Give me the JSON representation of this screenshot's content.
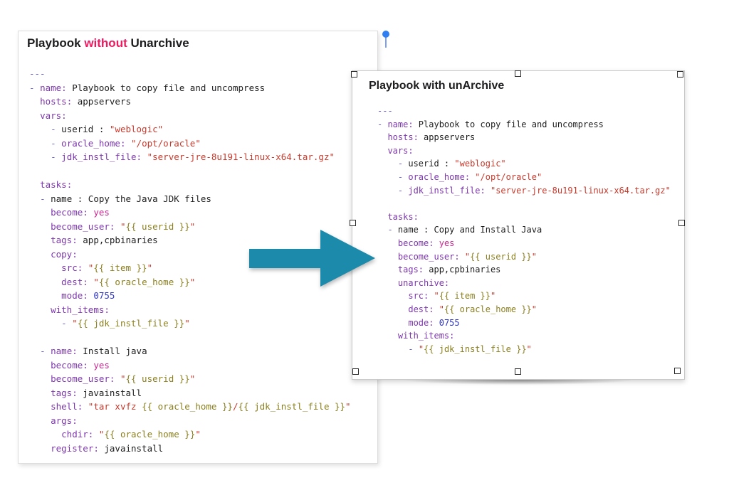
{
  "colors": {
    "plain": "#1d1d1f",
    "key": "#7d37ae",
    "dash": "#6765d8",
    "str": "#c93a2c",
    "var": "#8a7f1f",
    "bool": "#c7288f",
    "num": "#2f36c8",
    "title_text": "#1d1d1f",
    "title_highlight": "#ed1a5f",
    "arrow": "#1b8aab",
    "pin": "#2f7ff2",
    "pin_stem": "#7d9ff0"
  },
  "left_panel": {
    "title": {
      "prefix": "Playbook ",
      "highlight": "without",
      "suffix": " Unarchive"
    },
    "code": [
      [
        {
          "t": "---",
          "c": "dash"
        }
      ],
      [
        {
          "t": "- ",
          "c": "dash"
        },
        {
          "t": "name:",
          "c": "key"
        },
        {
          "t": " Playbook to copy file and uncompress",
          "c": "plain"
        }
      ],
      [
        {
          "t": "  ",
          "c": "plain"
        },
        {
          "t": "hosts:",
          "c": "key"
        },
        {
          "t": " appservers",
          "c": "plain"
        }
      ],
      [
        {
          "t": "  ",
          "c": "plain"
        },
        {
          "t": "vars:",
          "c": "key"
        }
      ],
      [
        {
          "t": "    ",
          "c": "plain"
        },
        {
          "t": "- ",
          "c": "dash"
        },
        {
          "t": "userid : ",
          "c": "plain"
        },
        {
          "t": "\"weblogic\"",
          "c": "str"
        }
      ],
      [
        {
          "t": "    ",
          "c": "plain"
        },
        {
          "t": "- ",
          "c": "dash"
        },
        {
          "t": "oracle_home:",
          "c": "key"
        },
        {
          "t": " ",
          "c": "plain"
        },
        {
          "t": "\"/opt/oracle\"",
          "c": "str"
        }
      ],
      [
        {
          "t": "    ",
          "c": "plain"
        },
        {
          "t": "- ",
          "c": "dash"
        },
        {
          "t": "jdk_instl_file:",
          "c": "key"
        },
        {
          "t": " ",
          "c": "plain"
        },
        {
          "t": "\"server-jre-8u191-linux-x64.tar.gz\"",
          "c": "str"
        }
      ],
      [],
      [
        {
          "t": "  ",
          "c": "plain"
        },
        {
          "t": "tasks:",
          "c": "key"
        }
      ],
      [
        {
          "t": "  ",
          "c": "plain"
        },
        {
          "t": "- ",
          "c": "dash"
        },
        {
          "t": "name : Copy the Java JDK files",
          "c": "plain"
        }
      ],
      [
        {
          "t": "    ",
          "c": "plain"
        },
        {
          "t": "become:",
          "c": "key"
        },
        {
          "t": " ",
          "c": "plain"
        },
        {
          "t": "yes",
          "c": "bool"
        }
      ],
      [
        {
          "t": "    ",
          "c": "plain"
        },
        {
          "t": "become_user:",
          "c": "key"
        },
        {
          "t": " ",
          "c": "plain"
        },
        {
          "t": "\"",
          "c": "str"
        },
        {
          "t": "{{ userid }}",
          "c": "var"
        },
        {
          "t": "\"",
          "c": "str"
        }
      ],
      [
        {
          "t": "    ",
          "c": "plain"
        },
        {
          "t": "tags:",
          "c": "key"
        },
        {
          "t": " app,cpbinaries",
          "c": "plain"
        }
      ],
      [
        {
          "t": "    ",
          "c": "plain"
        },
        {
          "t": "copy:",
          "c": "key"
        }
      ],
      [
        {
          "t": "      ",
          "c": "plain"
        },
        {
          "t": "src:",
          "c": "key"
        },
        {
          "t": " ",
          "c": "plain"
        },
        {
          "t": "\"",
          "c": "str"
        },
        {
          "t": "{{ item }}",
          "c": "var"
        },
        {
          "t": "\"",
          "c": "str"
        }
      ],
      [
        {
          "t": "      ",
          "c": "plain"
        },
        {
          "t": "dest:",
          "c": "key"
        },
        {
          "t": " ",
          "c": "plain"
        },
        {
          "t": "\"",
          "c": "str"
        },
        {
          "t": "{{ oracle_home }}",
          "c": "var"
        },
        {
          "t": "\"",
          "c": "str"
        }
      ],
      [
        {
          "t": "      ",
          "c": "plain"
        },
        {
          "t": "mode:",
          "c": "key"
        },
        {
          "t": " ",
          "c": "plain"
        },
        {
          "t": "0755",
          "c": "num"
        }
      ],
      [
        {
          "t": "    ",
          "c": "plain"
        },
        {
          "t": "with_items:",
          "c": "key"
        }
      ],
      [
        {
          "t": "      ",
          "c": "plain"
        },
        {
          "t": "- ",
          "c": "dash"
        },
        {
          "t": "\"",
          "c": "str"
        },
        {
          "t": "{{ jdk_instl_file }}",
          "c": "var"
        },
        {
          "t": "\"",
          "c": "str"
        }
      ],
      [],
      [
        {
          "t": "  ",
          "c": "plain"
        },
        {
          "t": "- ",
          "c": "dash"
        },
        {
          "t": "name:",
          "c": "key"
        },
        {
          "t": " Install java",
          "c": "plain"
        }
      ],
      [
        {
          "t": "    ",
          "c": "plain"
        },
        {
          "t": "become:",
          "c": "key"
        },
        {
          "t": " ",
          "c": "plain"
        },
        {
          "t": "yes",
          "c": "bool"
        }
      ],
      [
        {
          "t": "    ",
          "c": "plain"
        },
        {
          "t": "become_user:",
          "c": "key"
        },
        {
          "t": " ",
          "c": "plain"
        },
        {
          "t": "\"",
          "c": "str"
        },
        {
          "t": "{{ userid }}",
          "c": "var"
        },
        {
          "t": "\"",
          "c": "str"
        }
      ],
      [
        {
          "t": "    ",
          "c": "plain"
        },
        {
          "t": "tags:",
          "c": "key"
        },
        {
          "t": " javainstall",
          "c": "plain"
        }
      ],
      [
        {
          "t": "    ",
          "c": "plain"
        },
        {
          "t": "shell:",
          "c": "key"
        },
        {
          "t": " ",
          "c": "plain"
        },
        {
          "t": "\"tar xvfz ",
          "c": "str"
        },
        {
          "t": "{{ oracle_home }}",
          "c": "var"
        },
        {
          "t": "/",
          "c": "str"
        },
        {
          "t": "{{ jdk_instl_file }}",
          "c": "var"
        },
        {
          "t": "\"",
          "c": "str"
        }
      ],
      [
        {
          "t": "    ",
          "c": "plain"
        },
        {
          "t": "args:",
          "c": "key"
        }
      ],
      [
        {
          "t": "      ",
          "c": "plain"
        },
        {
          "t": "chdir:",
          "c": "key"
        },
        {
          "t": " ",
          "c": "plain"
        },
        {
          "t": "\"",
          "c": "str"
        },
        {
          "t": "{{ oracle_home }}",
          "c": "var"
        },
        {
          "t": "\"",
          "c": "str"
        }
      ],
      [
        {
          "t": "    ",
          "c": "plain"
        },
        {
          "t": "register:",
          "c": "key"
        },
        {
          "t": " javainstall",
          "c": "plain"
        }
      ]
    ]
  },
  "right_panel": {
    "title": "Playbook with unArchive",
    "code": [
      [
        {
          "t": "---",
          "c": "dash"
        }
      ],
      [
        {
          "t": "- ",
          "c": "dash"
        },
        {
          "t": "name:",
          "c": "key"
        },
        {
          "t": " Playbook to copy file and uncompress",
          "c": "plain"
        }
      ],
      [
        {
          "t": "  ",
          "c": "plain"
        },
        {
          "t": "hosts:",
          "c": "key"
        },
        {
          "t": " appservers",
          "c": "plain"
        }
      ],
      [
        {
          "t": "  ",
          "c": "plain"
        },
        {
          "t": "vars:",
          "c": "key"
        }
      ],
      [
        {
          "t": "    ",
          "c": "plain"
        },
        {
          "t": "- ",
          "c": "dash"
        },
        {
          "t": "userid : ",
          "c": "plain"
        },
        {
          "t": "\"weblogic\"",
          "c": "str"
        }
      ],
      [
        {
          "t": "    ",
          "c": "plain"
        },
        {
          "t": "- ",
          "c": "dash"
        },
        {
          "t": "oracle_home:",
          "c": "key"
        },
        {
          "t": " ",
          "c": "plain"
        },
        {
          "t": "\"/opt/oracle\"",
          "c": "str"
        }
      ],
      [
        {
          "t": "    ",
          "c": "plain"
        },
        {
          "t": "- ",
          "c": "dash"
        },
        {
          "t": "jdk_instl_file:",
          "c": "key"
        },
        {
          "t": " ",
          "c": "plain"
        },
        {
          "t": "\"server-jre-8u191-linux-x64.tar.gz\"",
          "c": "str"
        }
      ],
      [],
      [
        {
          "t": "  ",
          "c": "plain"
        },
        {
          "t": "tasks:",
          "c": "key"
        }
      ],
      [
        {
          "t": "  ",
          "c": "plain"
        },
        {
          "t": "- ",
          "c": "dash"
        },
        {
          "t": "name : Copy and Install Java",
          "c": "plain"
        }
      ],
      [
        {
          "t": "    ",
          "c": "plain"
        },
        {
          "t": "become:",
          "c": "key"
        },
        {
          "t": " ",
          "c": "plain"
        },
        {
          "t": "yes",
          "c": "bool"
        }
      ],
      [
        {
          "t": "    ",
          "c": "plain"
        },
        {
          "t": "become_user:",
          "c": "key"
        },
        {
          "t": " ",
          "c": "plain"
        },
        {
          "t": "\"",
          "c": "str"
        },
        {
          "t": "{{ userid }}",
          "c": "var"
        },
        {
          "t": "\"",
          "c": "str"
        }
      ],
      [
        {
          "t": "    ",
          "c": "plain"
        },
        {
          "t": "tags:",
          "c": "key"
        },
        {
          "t": " app,cpbinaries",
          "c": "plain"
        }
      ],
      [
        {
          "t": "    ",
          "c": "plain"
        },
        {
          "t": "unarchive:",
          "c": "key"
        }
      ],
      [
        {
          "t": "      ",
          "c": "plain"
        },
        {
          "t": "src:",
          "c": "key"
        },
        {
          "t": " ",
          "c": "plain"
        },
        {
          "t": "\"",
          "c": "str"
        },
        {
          "t": "{{ item }}",
          "c": "var"
        },
        {
          "t": "\"",
          "c": "str"
        }
      ],
      [
        {
          "t": "      ",
          "c": "plain"
        },
        {
          "t": "dest:",
          "c": "key"
        },
        {
          "t": " ",
          "c": "plain"
        },
        {
          "t": "\"",
          "c": "str"
        },
        {
          "t": "{{ oracle_home }}",
          "c": "var"
        },
        {
          "t": "\"",
          "c": "str"
        }
      ],
      [
        {
          "t": "      ",
          "c": "plain"
        },
        {
          "t": "mode:",
          "c": "key"
        },
        {
          "t": " ",
          "c": "plain"
        },
        {
          "t": "0755",
          "c": "num"
        }
      ],
      [
        {
          "t": "    ",
          "c": "plain"
        },
        {
          "t": "with_items:",
          "c": "key"
        }
      ],
      [
        {
          "t": "      ",
          "c": "plain"
        },
        {
          "t": "- ",
          "c": "dash"
        },
        {
          "t": "\"",
          "c": "str"
        },
        {
          "t": "{{ jdk_instl_file }}",
          "c": "var"
        },
        {
          "t": "\"",
          "c": "str"
        }
      ]
    ]
  }
}
